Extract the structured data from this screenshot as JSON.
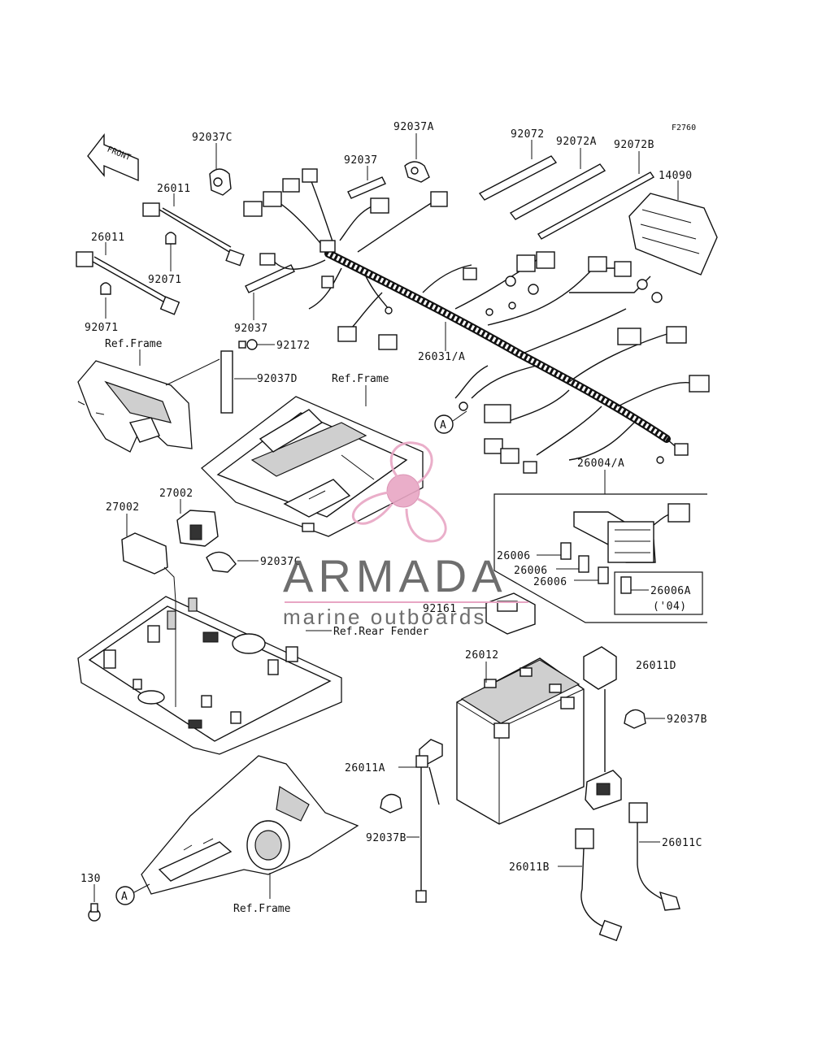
{
  "figure_code": "F2760",
  "front_label": "FRONT",
  "watermark": {
    "brand": "ARMADA",
    "tagline": "marine outboards",
    "accent_color": "#e8a6c4",
    "text_color": "#555555"
  },
  "parts": {
    "p92037C_top": "92037C",
    "p26011_a": "26011",
    "p26011_b": "26011",
    "p92071_a": "92071",
    "p92071_b": "92071",
    "p92037": "92037",
    "p92037_lower": "92037",
    "p92037A": "92037A",
    "p92072": "92072",
    "p92072A": "92072A",
    "p92072B": "92072B",
    "p14090": "14090",
    "p92172": "92172",
    "p92037D": "92037D",
    "p26031A": "26031/A",
    "p26004A": "26004/A",
    "p27002_a": "27002",
    "p27002_b": "27002",
    "p92037C_mid": "92037C",
    "p26006_a": "26006",
    "p26006_b": "26006",
    "p26006_c": "26006",
    "p26006A": "26006A",
    "p26006A_note": "('04)",
    "p92161": "92161",
    "p26012": "26012",
    "p26011D": "26011D",
    "p92037B_a": "92037B",
    "p92037B_b": "92037B",
    "p26011A": "26011A",
    "p26011B": "26011B",
    "p26011C": "26011C",
    "p130": "130"
  },
  "refs": {
    "frame_left": "Ref.Frame",
    "frame_center": "Ref.Frame",
    "rear_fender": "Ref.Rear Fender",
    "frame_bottom": "Ref.Frame"
  },
  "callout_A": "A"
}
